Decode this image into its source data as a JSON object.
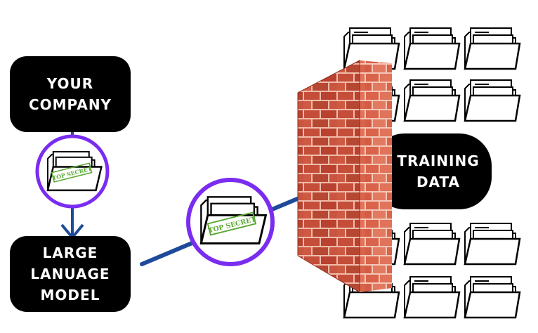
{
  "company_box": {
    "lines": [
      "YOUR",
      "COMPANY"
    ]
  },
  "llm_box": {
    "lines": [
      "LARGE",
      "LANUAGE",
      "MODEL"
    ]
  },
  "training_box": {
    "lines": [
      "TRAINING",
      "DATA"
    ]
  },
  "stamp_text": "TOP SECRET",
  "colors": {
    "box": "#000000",
    "box_text": "#ffffff",
    "arrow": "#1e4a9a",
    "circle": "#7a2cf0",
    "brick": "#c9543f",
    "mortar": "#f2c1b2",
    "stamp": "#5aa832"
  }
}
